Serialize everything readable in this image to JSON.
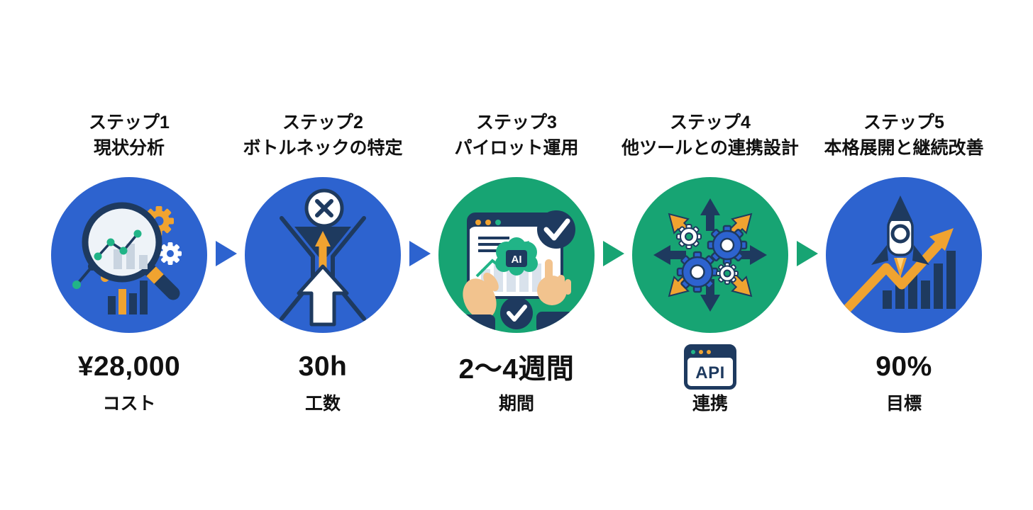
{
  "colors": {
    "circle_blue": "#2d63cf",
    "circle_green": "#17a473",
    "navy": "#1e3a5f",
    "orange": "#f0a330",
    "chart_green": "#21b487",
    "skin": "#f2c38e",
    "text": "#111111",
    "background": "#ffffff"
  },
  "steps": [
    {
      "title_line1": "ステップ1",
      "title_line2": "現状分析",
      "icon": "magnifier-analysis-icon",
      "circle_color": "#2d63cf",
      "value": "¥28,000",
      "label": "コスト"
    },
    {
      "title_line1": "ステップ2",
      "title_line2": "ボトルネックの特定",
      "icon": "bottleneck-funnel-icon",
      "circle_color": "#2d63cf",
      "value": "30h",
      "label": "工数"
    },
    {
      "title_line1": "ステップ3",
      "title_line2": "パイロット運用",
      "icon": "ai-pilot-screen-icon",
      "icon_text": "AI",
      "circle_color": "#17a473",
      "value": "2〜4週間",
      "label": "期間"
    },
    {
      "title_line1": "ステップ4",
      "title_line2": "他ツールとの連携設計",
      "icon": "gears-integration-icon",
      "circle_color": "#17a473",
      "value_icon": "api-window-icon",
      "value_icon_text": "API",
      "label": "連携"
    },
    {
      "title_line1": "ステップ5",
      "title_line2": "本格展開と継続改善",
      "icon": "rocket-growth-icon",
      "circle_color": "#2d63cf",
      "value": "90%",
      "label": "目標"
    }
  ],
  "connectors": [
    {
      "color": "#2d63cf"
    },
    {
      "color": "#2d63cf"
    },
    {
      "color": "#17a473"
    },
    {
      "color": "#17a473"
    }
  ]
}
